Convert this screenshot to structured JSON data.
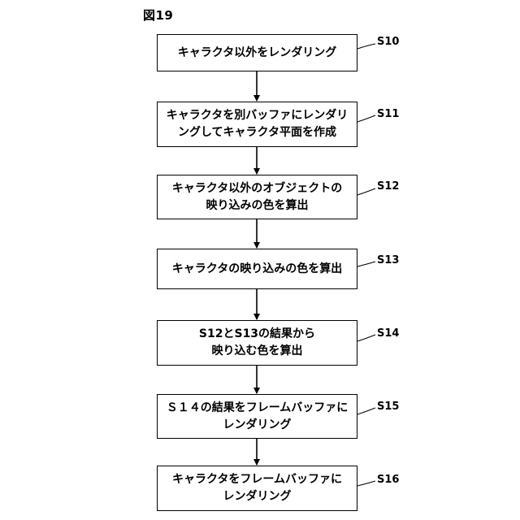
{
  "figure_label": "図19",
  "steps": [
    {
      "id": "S10",
      "text": "キャラクタ以外をレンダリング"
    },
    {
      "id": "S11",
      "text": "キャラクタを別バッファにレンダリ\nングしてキャラクタ平面を作成"
    },
    {
      "id": "S12",
      "text": "キャラクタ以外のオブジェクトの\n映り込みの色を算出"
    },
    {
      "id": "S13",
      "text": "キャラクタの映り込みの色を算出"
    },
    {
      "id": "S14",
      "text": "S12とS13の結果から\n映り込む色を算出"
    },
    {
      "id": "S15",
      "text": "Ｓ１４の結果をフレームバッファに\nレンダリング"
    },
    {
      "id": "S16",
      "text": "キャラクタをフレームバッファに\nレンダリング"
    }
  ]
}
